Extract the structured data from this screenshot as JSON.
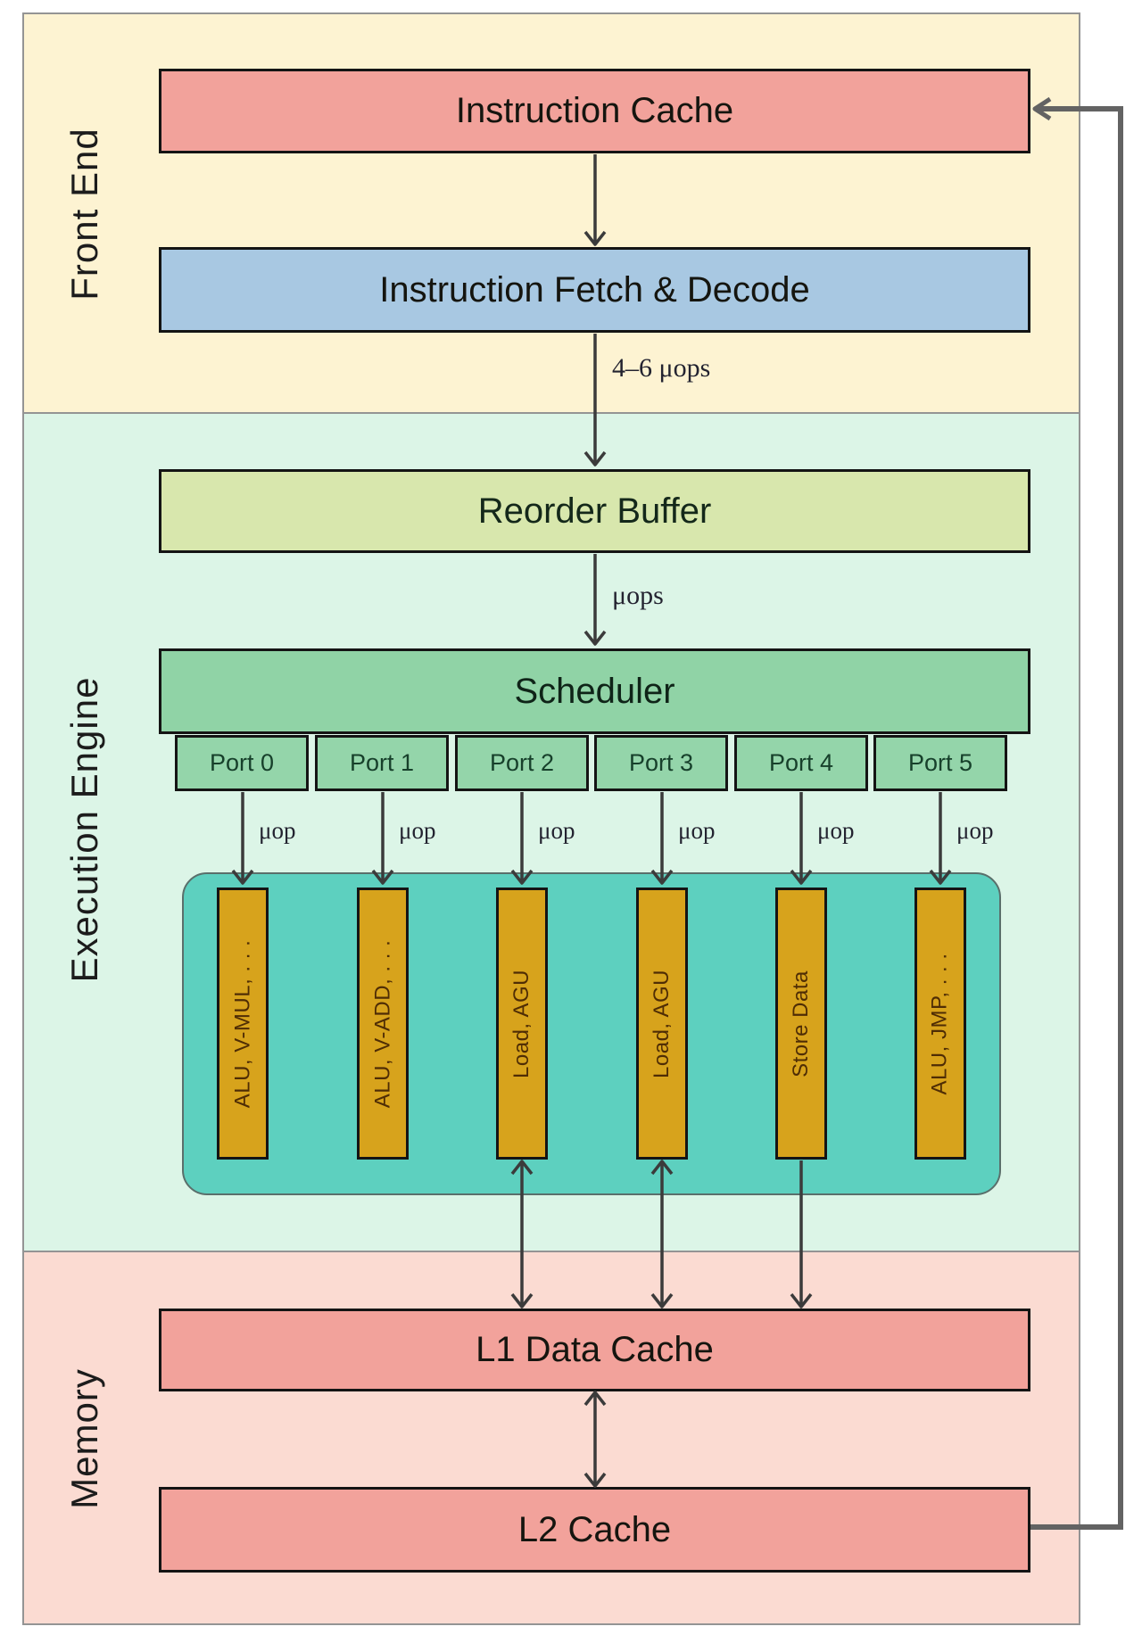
{
  "sections": {
    "front_end": {
      "label": "Front End",
      "bg": "#fdf3d2"
    },
    "execution_engine": {
      "label": "Execution Engine",
      "bg": "#dcf5e7"
    },
    "memory": {
      "label": "Memory",
      "bg": "#fbdbd2"
    }
  },
  "blocks": {
    "instruction_cache": {
      "label": "Instruction Cache",
      "bg": "#f2a29b"
    },
    "instruction_fetch_decode": {
      "label": "Instruction Fetch & Decode",
      "bg": "#a8c8e2"
    },
    "reorder_buffer": {
      "label": "Reorder Buffer",
      "bg": "#d8e7ad"
    },
    "scheduler": {
      "label": "Scheduler",
      "bg": "#90d3a6"
    },
    "l1_data_cache": {
      "label": "L1 Data Cache",
      "bg": "#f2a29b"
    },
    "l2_cache": {
      "label": "L2 Cache",
      "bg": "#f2a29b"
    }
  },
  "ports": [
    {
      "label": "Port 0"
    },
    {
      "label": "Port 1"
    },
    {
      "label": "Port 2"
    },
    {
      "label": "Port 3"
    },
    {
      "label": "Port 4"
    },
    {
      "label": "Port 5"
    }
  ],
  "execution_units": [
    {
      "label": "ALU, V-MUL, . . ."
    },
    {
      "label": "ALU, V-ADD, . . ."
    },
    {
      "label": "Load, AGU"
    },
    {
      "label": "Load, AGU"
    },
    {
      "label": "Store Data"
    },
    {
      "label": "ALU, JMP, . . ."
    }
  ],
  "edge_labels": {
    "fetch_to_rob": "4–6 μops",
    "rob_to_scheduler": "μops",
    "port_uops": [
      "μop",
      "μop",
      "μop",
      "μop",
      "μop",
      "μop"
    ]
  },
  "colors": {
    "execution_unit_fill": "#d7a31c",
    "execution_cluster_fill": "#5dd0bf",
    "arrow": "#3b3b3b",
    "feedback_line": "#636363"
  }
}
